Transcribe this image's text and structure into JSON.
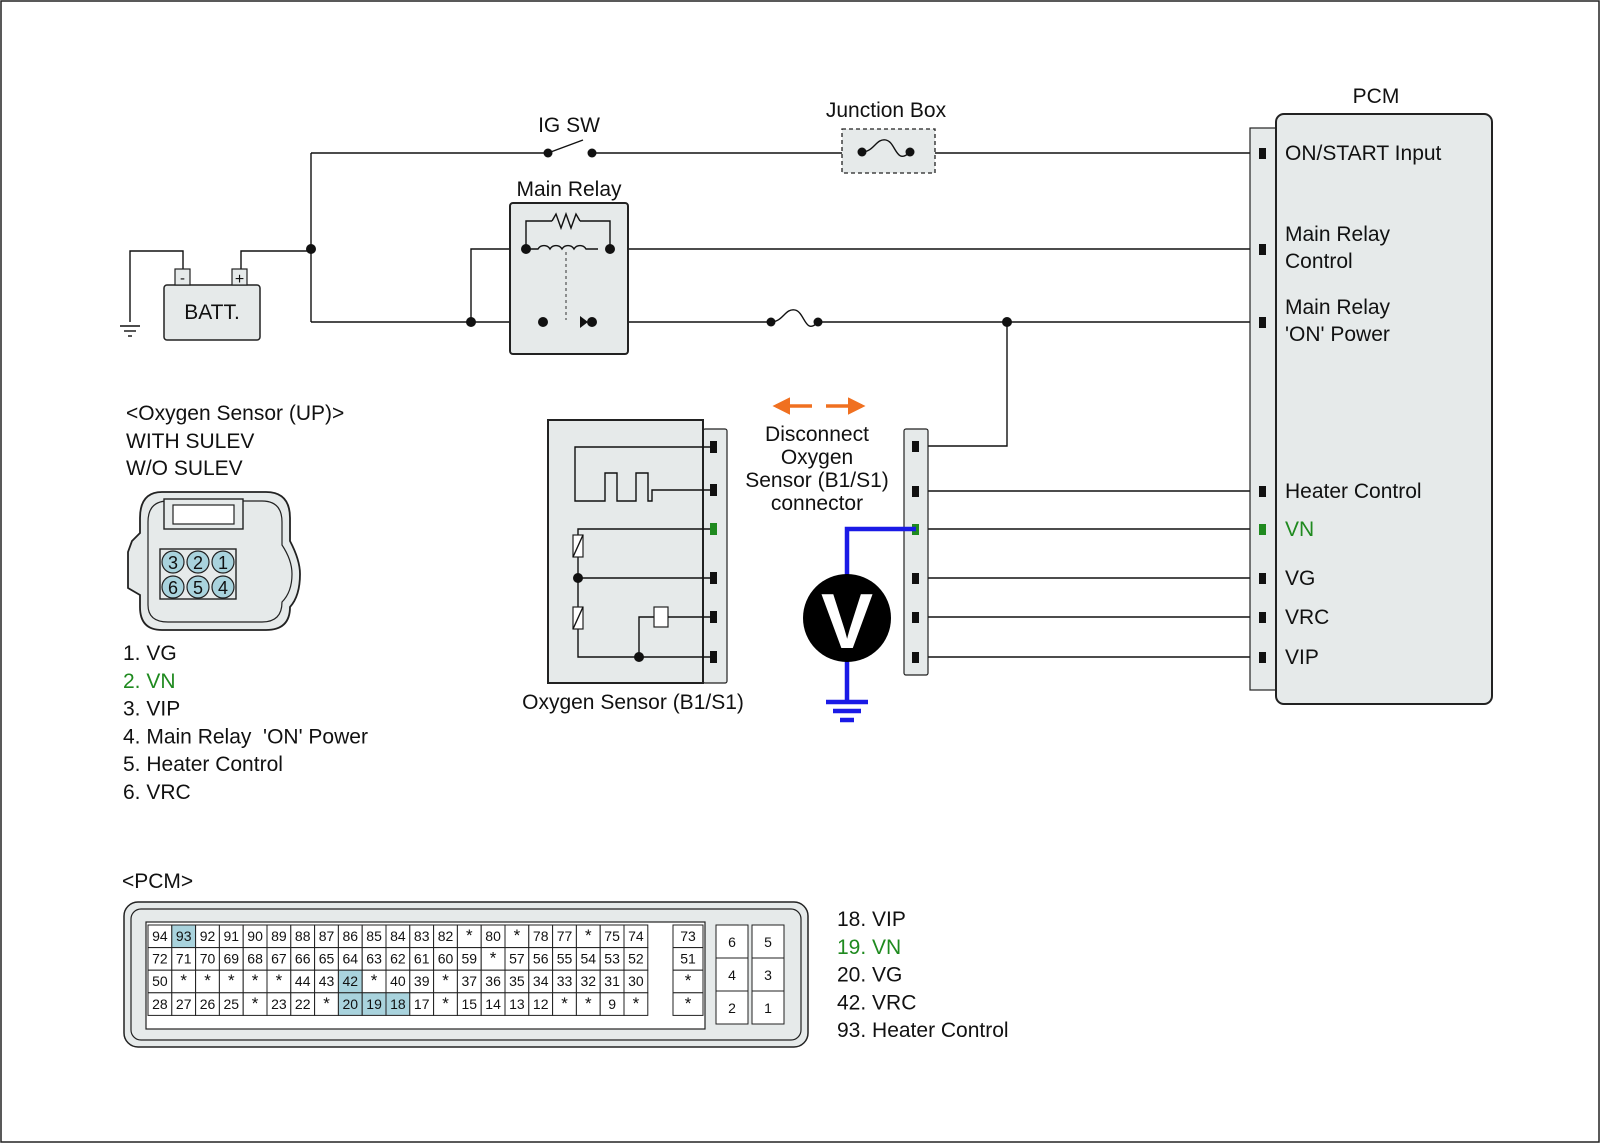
{
  "colors": {
    "accent_green": "#1f8a1f",
    "probe_blue": "#1a1ae6",
    "arrow_orange": "#f07020",
    "component_fill": "#e6eaea",
    "highlight_pin": "#a9d3dd"
  },
  "circuit": {
    "ig_sw": "IG SW",
    "junction_box": "Junction Box",
    "main_relay": "Main Relay",
    "battery": "BATT.",
    "battery_minus": "-",
    "battery_plus": "+",
    "pcm_title": "PCM",
    "pcm_pins": [
      {
        "lines": [
          "ON/START Input"
        ],
        "color": "default"
      },
      {
        "lines": [
          "Main Relay",
          "Control"
        ],
        "color": "default"
      },
      {
        "lines": [
          "Main Relay",
          "'ON' Power"
        ],
        "color": "default"
      },
      {
        "lines": [
          "Heater Control"
        ],
        "color": "default"
      },
      {
        "lines": [
          "VN"
        ],
        "color": "green"
      },
      {
        "lines": [
          "VG"
        ],
        "color": "default"
      },
      {
        "lines": [
          "VRC"
        ],
        "color": "default"
      },
      {
        "lines": [
          "VIP"
        ],
        "color": "default"
      }
    ],
    "sensor_label": "Oxygen Sensor (B1/S1)",
    "disconnect_note": [
      "Disconnect",
      "Oxygen",
      "Sensor (B1/S1)",
      "connector"
    ],
    "voltmeter": "V"
  },
  "sensor_connector": {
    "title": "<Oxygen Sensor (UP)>",
    "lines": [
      "WITH SULEV",
      "W/O SULEV"
    ],
    "cavities_top": [
      "3",
      "2",
      "1"
    ],
    "cavities_bottom": [
      "6",
      "5",
      "4"
    ],
    "pin_list": [
      {
        "text": "1. VG",
        "color": "default"
      },
      {
        "text": "2. VN",
        "color": "green"
      },
      {
        "text": "3. VIP",
        "color": "default"
      },
      {
        "text": "4. Main Relay  'ON' Power",
        "color": "default"
      },
      {
        "text": "5. Heater Control",
        "color": "default"
      },
      {
        "text": "6. VRC",
        "color": "default"
      }
    ]
  },
  "pcm_connector": {
    "title": "<PCM>",
    "grid_rows": [
      [
        "94",
        "93",
        "92",
        "91",
        "90",
        "89",
        "88",
        "87",
        "86",
        "85",
        "84",
        "83",
        "82",
        "*",
        "80",
        "*",
        "78",
        "77",
        "*",
        "75",
        "74"
      ],
      [
        "72",
        "71",
        "70",
        "69",
        "68",
        "67",
        "66",
        "65",
        "64",
        "63",
        "62",
        "61",
        "60",
        "59",
        "*",
        "57",
        "56",
        "55",
        "54",
        "53",
        "52"
      ],
      [
        "50",
        "*",
        "*",
        "*",
        "*",
        "*",
        "44",
        "43",
        "42",
        "*",
        "40",
        "39",
        "*",
        "37",
        "36",
        "35",
        "34",
        "33",
        "32",
        "31",
        "30"
      ],
      [
        "28",
        "27",
        "26",
        "25",
        "*",
        "23",
        "22",
        "*",
        "20",
        "19",
        "18",
        "17",
        "*",
        "15",
        "14",
        "13",
        "12",
        "*",
        "*",
        "9",
        "*"
      ]
    ],
    "side_column": [
      "73",
      "51",
      "*",
      "*"
    ],
    "small_block": [
      [
        "6",
        "5"
      ],
      [
        "4",
        "3"
      ],
      [
        "2",
        "1"
      ]
    ],
    "highlighted": [
      "93",
      "42",
      "20",
      "19",
      "18"
    ],
    "pin_list": [
      {
        "text": "18. VIP",
        "color": "default"
      },
      {
        "text": "19. VN",
        "color": "green"
      },
      {
        "text": "20. VG",
        "color": "default"
      },
      {
        "text": "42. VRC",
        "color": "default"
      },
      {
        "text": "93. Heater Control",
        "color": "default"
      }
    ]
  }
}
